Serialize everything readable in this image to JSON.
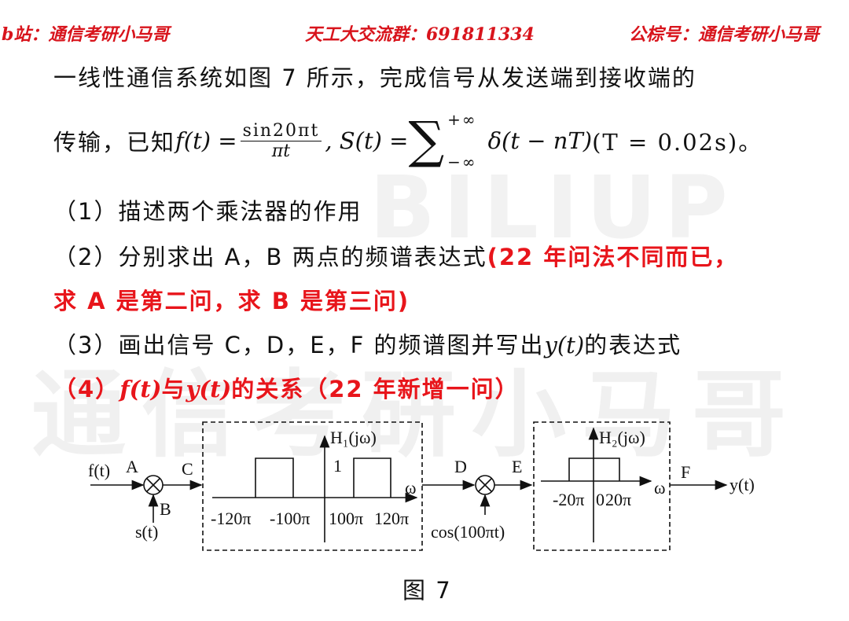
{
  "header": {
    "left": "b站：通信考研小马哥",
    "center": "天工大交流群：691811334",
    "right": "公棕号：通信考研小马哥"
  },
  "watermark": {
    "text": "通信考研小马哥",
    "logo": "BILIUP"
  },
  "problem": {
    "intro": "一线性通信系统如图 7 所示，完成信号从发送端到接收端的",
    "given_prefix": "传输，已知",
    "f_lhs": "f(t) = ",
    "f_num": "sin20πt",
    "f_den": "πt",
    "s_lhs": ", S(t) = ",
    "sum_upper": "+∞",
    "sum_lower": "−∞",
    "sum_body": "δ(t − nT)",
    "T_value": "(T = 0.02s)。",
    "q1": "（1）描述两个乘法器的作用",
    "q2": "（2）分别求出 A，B 两点的频谱表达式",
    "q2_note": "(22 年问法不同而已，",
    "q2_note2": "求 A 是第二问，求 B 是第三问)",
    "q3_prefix": "（3）画出信号 C，D，E，F 的频谱图并写出",
    "q3_y": "y(t)",
    "q3_suffix": "的表达式",
    "q4_prefix": "（4）",
    "q4_f": "f(t)",
    "q4_mid": "与",
    "q4_y": "y(t)",
    "q4_suffix": "的关系（22 年新增一问）"
  },
  "diagram": {
    "input": "f(t)",
    "A": "A",
    "B": "B",
    "C": "C",
    "D": "D",
    "E": "E",
    "F": "F",
    "sampler": "s(t)",
    "carrier": "cos(100πt)",
    "output": "y(t)",
    "h1": {
      "label": "H₁(jω)",
      "gain": "1",
      "omega": "ω",
      "ticks": [
        "-120π",
        "-100π",
        "100π",
        "120π"
      ]
    },
    "h2": {
      "label": "H₂(jω)",
      "omega": "ω",
      "ticks": [
        "-20π",
        "0",
        "20π"
      ]
    },
    "caption": "图 7"
  }
}
